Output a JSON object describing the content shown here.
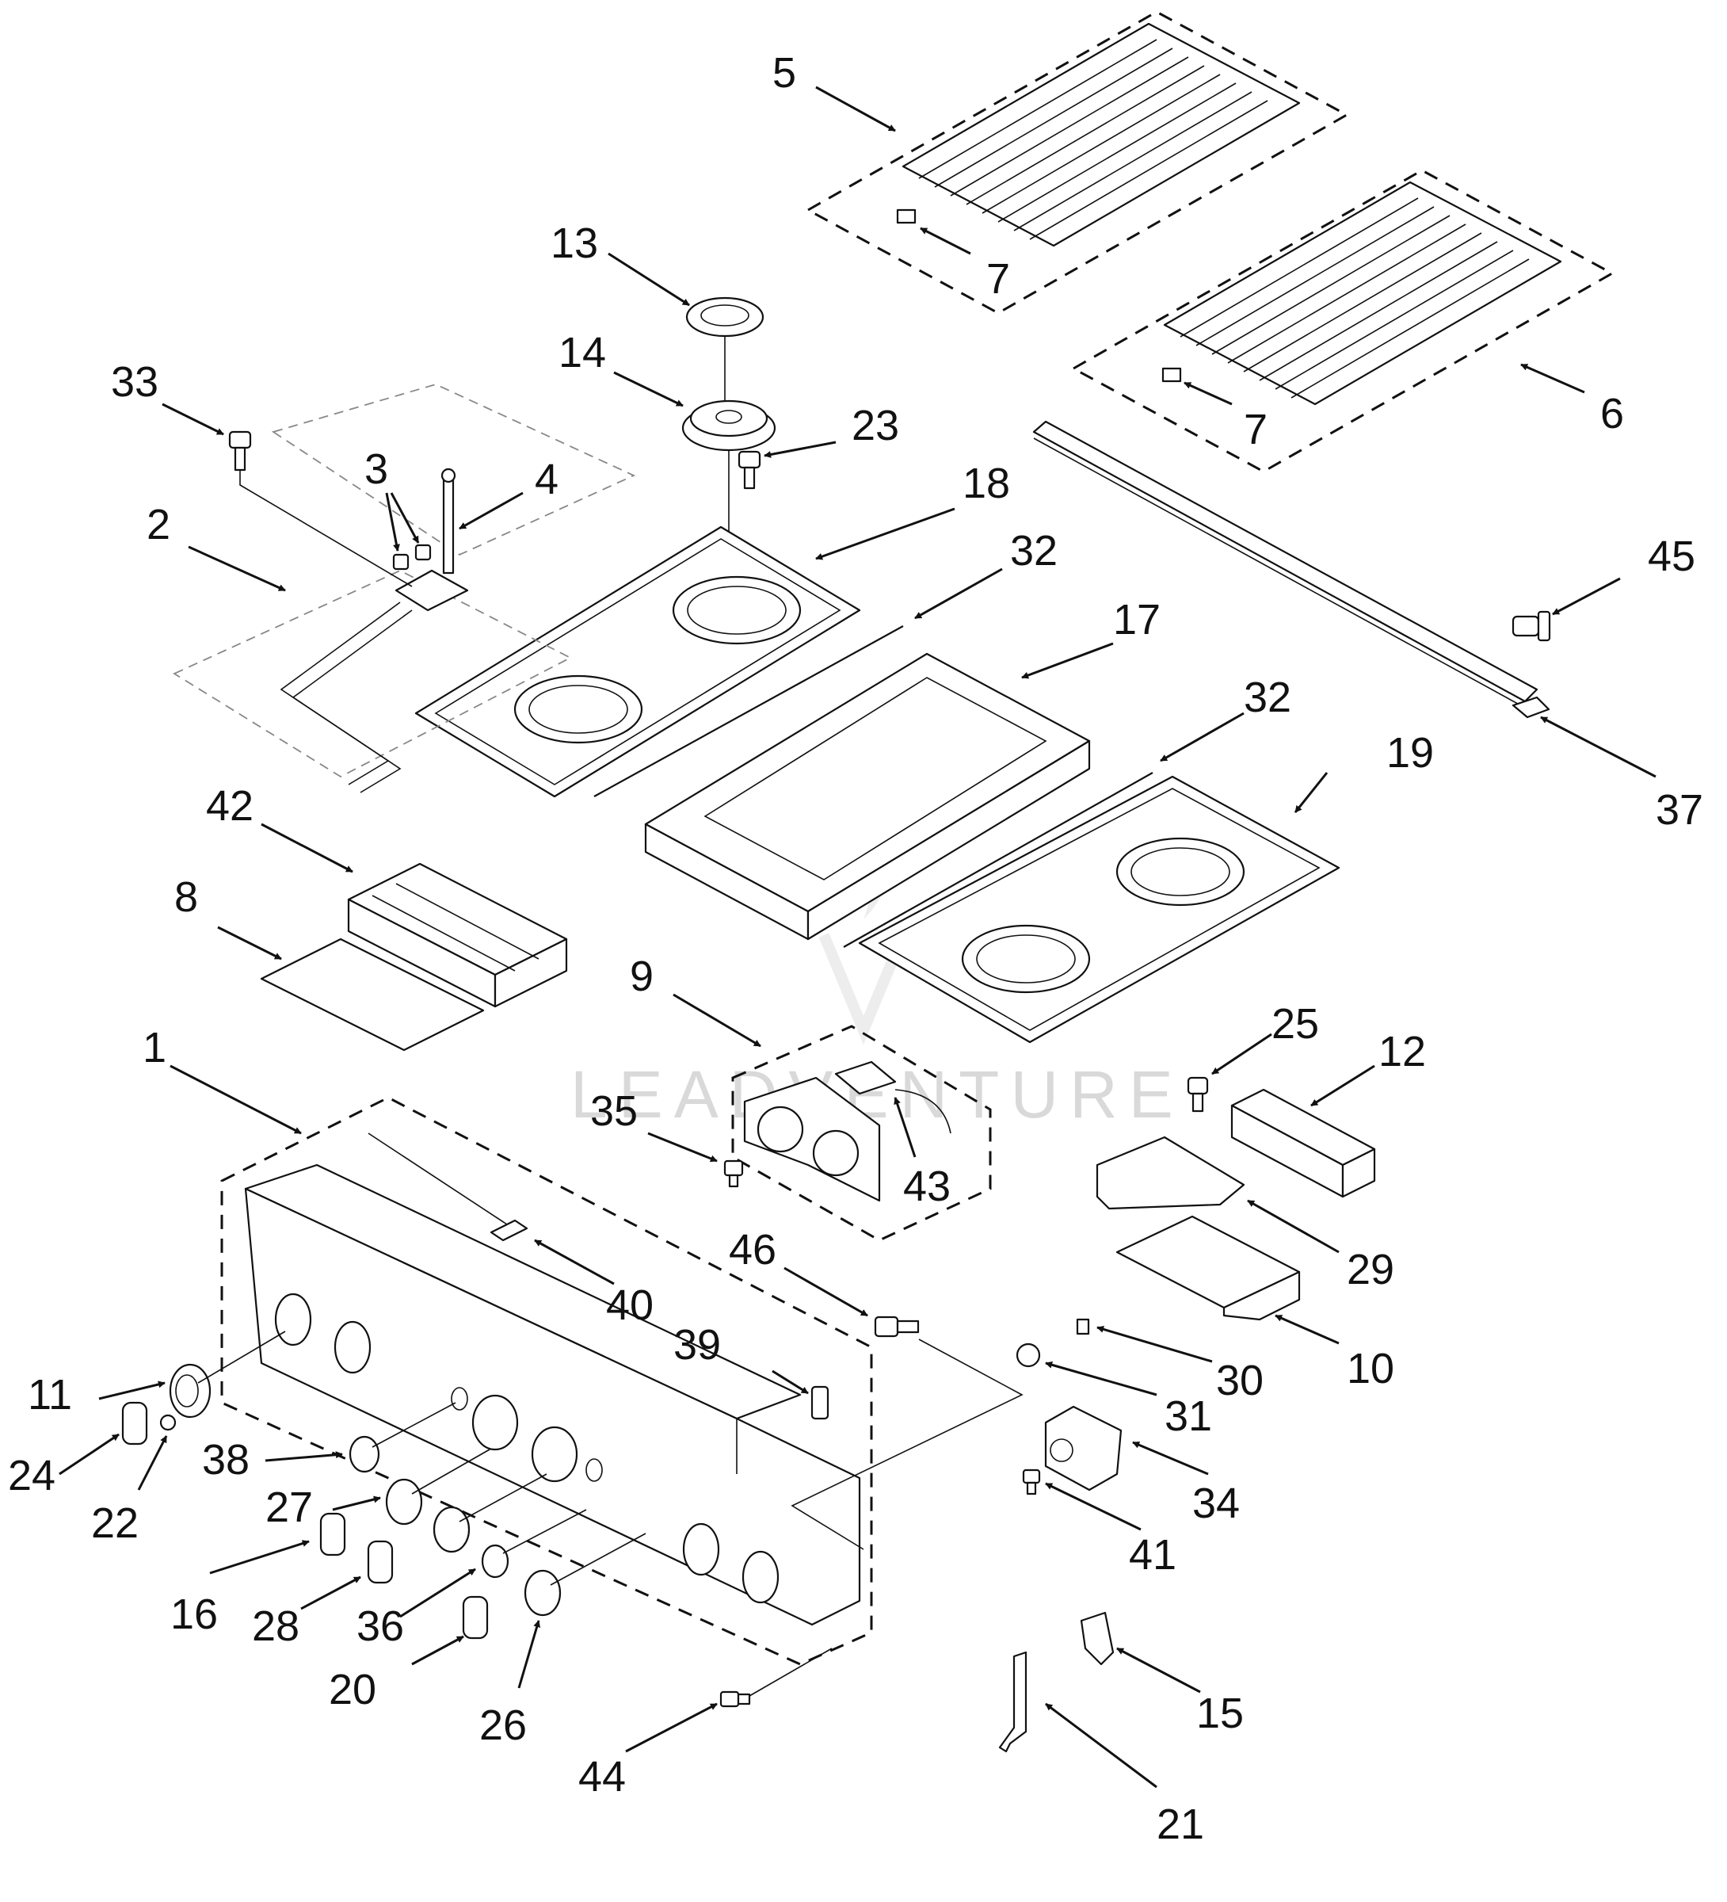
{
  "watermark": "LEADVENTURE",
  "callouts": [
    {
      "label": "1",
      "part": "control-panel"
    },
    {
      "label": "2",
      "part": "burner-tube"
    },
    {
      "label": "3",
      "part": "screw"
    },
    {
      "label": "4",
      "part": "igniter-electrode"
    },
    {
      "label": "5",
      "part": "grate-left"
    },
    {
      "label": "6",
      "part": "grate-right"
    },
    {
      "label": "7",
      "part": "grate-foot"
    },
    {
      "label": "7",
      "part": "grate-foot"
    },
    {
      "label": "8",
      "part": "insulation-sheet"
    },
    {
      "label": "9",
      "part": "switch-assembly"
    },
    {
      "label": "10",
      "part": "housing-box"
    },
    {
      "label": "11",
      "part": "bezel"
    },
    {
      "label": "12",
      "part": "module"
    },
    {
      "label": "13",
      "part": "burner-cap"
    },
    {
      "label": "14",
      "part": "burner-head"
    },
    {
      "label": "15",
      "part": "switch"
    },
    {
      "label": "16",
      "part": "knob"
    },
    {
      "label": "17",
      "part": "griddle"
    },
    {
      "label": "18",
      "part": "burner-pan-left"
    },
    {
      "label": "19",
      "part": "burner-pan-right"
    },
    {
      "label": "20",
      "part": "knob"
    },
    {
      "label": "21",
      "part": "bracket"
    },
    {
      "label": "22",
      "part": "screw"
    },
    {
      "label": "23",
      "part": "screw"
    },
    {
      "label": "24",
      "part": "knob"
    },
    {
      "label": "25",
      "part": "screw"
    },
    {
      "label": "26",
      "part": "bezel"
    },
    {
      "label": "27",
      "part": "bezel"
    },
    {
      "label": "28",
      "part": "knob"
    },
    {
      "label": "29",
      "part": "cover-plate"
    },
    {
      "label": "30",
      "part": "clip"
    },
    {
      "label": "31",
      "part": "button"
    },
    {
      "label": "32",
      "part": "trim-strip"
    },
    {
      "label": "32",
      "part": "trim-strip"
    },
    {
      "label": "33",
      "part": "screw"
    },
    {
      "label": "34",
      "part": "transformer"
    },
    {
      "label": "35",
      "part": "screw"
    },
    {
      "label": "36",
      "part": "bezel"
    },
    {
      "label": "37",
      "part": "rear-trim"
    },
    {
      "label": "38",
      "part": "bezel"
    },
    {
      "label": "39",
      "part": "clip"
    },
    {
      "label": "40",
      "part": "light-assembly"
    },
    {
      "label": "41",
      "part": "screw"
    },
    {
      "label": "42",
      "part": "control-board"
    },
    {
      "label": "43",
      "part": "wire-harness"
    },
    {
      "label": "44",
      "part": "screw"
    },
    {
      "label": "45",
      "part": "screw"
    },
    {
      "label": "46",
      "part": "screw"
    }
  ]
}
